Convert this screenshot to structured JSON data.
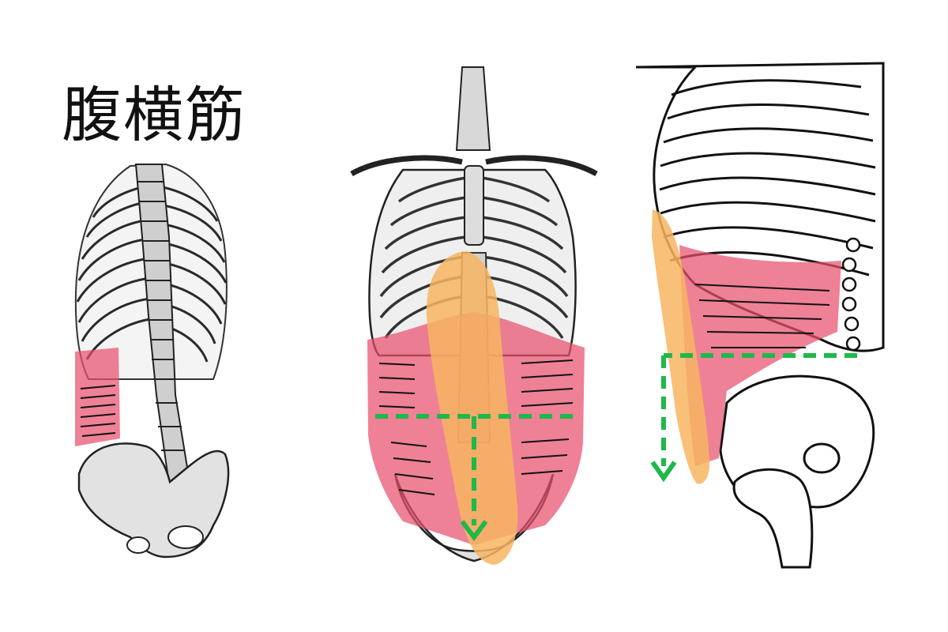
{
  "title": "腹横筋",
  "colors": {
    "muscle": "#e8506e",
    "rectus": "#f7b562",
    "arrow": "#1fb84a",
    "line": "#1a1a1a",
    "background": "#ffffff"
  },
  "panels": [
    {
      "name": "back-view-skeleton"
    },
    {
      "name": "front-view-torso"
    },
    {
      "name": "side-view-torso"
    }
  ]
}
